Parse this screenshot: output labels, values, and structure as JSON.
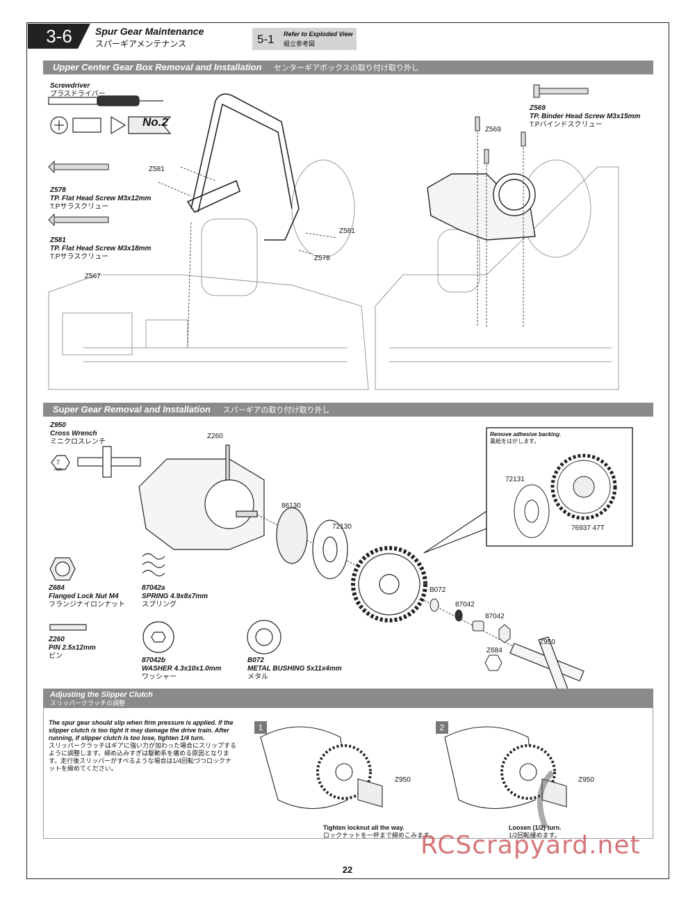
{
  "header": {
    "section_number": "3-6",
    "title": "Spur Gear Maintenance",
    "title_jp": "スパーギアメンテナンス",
    "ref_number": "5-1",
    "ref_label": "Refer to Exploded View",
    "ref_label_jp": "組立参考図"
  },
  "section1": {
    "title": "Upper Center Gear Box Removal and Installation",
    "title_jp": "センターギアボックスの取り付け取り外し",
    "tool_name": "Screwdriver",
    "tool_name_jp": "プラスドライバー",
    "tool_size": "No.2",
    "parts": [
      {
        "code": "Z578",
        "name": "TP. Flat Head Screw M3x12mm",
        "name_jp": "T.Pサラスクリュー"
      },
      {
        "code": "Z581",
        "name": "TP. Flat Head Screw M3x18mm",
        "name_jp": "T.Pサラスクリュー"
      },
      {
        "code": "Z569",
        "name": "TP. Binder Head Screw M3x15mm",
        "name_jp": "T.Pバインドスクリュー"
      }
    ],
    "callouts": {
      "z581_a": "Z581",
      "z581_b": "Z581",
      "z578": "Z578",
      "z567": "Z567",
      "z569_a": "Z569"
    }
  },
  "section2": {
    "title": "Super Gear Removal and Installation",
    "title_jp": "スパーギアの取り付け取り外し",
    "tool_code": "Z950",
    "tool_name": "Cross Wrench",
    "tool_name_jp": "ミニクロスレンチ",
    "tool_size": "7",
    "tool_size_unit": "mm",
    "callouts": {
      "z260": "Z260",
      "p86130": "86130",
      "p72130": "72130",
      "b072": "B072",
      "p87042b": "87042",
      "p87042a": "87042",
      "z684": "Z684",
      "z950": "Z950",
      "inset_note": "Remove adhesive backing.",
      "inset_note_jp": "裏紙をはがします。",
      "p72131": "72131",
      "p76937": "76937 47T"
    },
    "parts": [
      {
        "code": "Z684",
        "name": "Flanged Lock Nut M4",
        "name_jp": "フランジナイロンナット"
      },
      {
        "code": "87042",
        "variant": "a",
        "name": "SPRING 4.9x8x7mm",
        "name_jp": "スプリング"
      },
      {
        "code": "Z260",
        "name": "PIN 2.5x12mm",
        "name_jp": "ピン"
      },
      {
        "code": "87042",
        "variant": "b",
        "name": "WASHER 4.3x10x1.0mm",
        "name_jp": "ワッシャー"
      },
      {
        "code": "B072",
        "name": "METAL BUSHING 5x11x4mm",
        "name_jp": "メタル"
      }
    ]
  },
  "adjust": {
    "title": "Adjusting the Slipper Clutch",
    "title_jp": "スリッパークラッチの調整",
    "text_en": "The spur gear should slip when firm pressure is applied. If the slipper  clutch is too tight it may damage the drive train.  After running, if slipper clutch is too lose, tighten 1/4 turn.",
    "text_jp": "スリッパークラッチはギアに強い力が加わった場合にスリップするように調整します。締め込みすぎは駆動系を痛める原因となります。走行後スリッパーがすべるような場合は1/4回転づつロックナットを締めてください。",
    "steps": [
      {
        "num": "1",
        "tool": "Z950",
        "caption": "Tighten locknut all the way.",
        "caption_jp": "ロックナットを一杯まで締めこみます。"
      },
      {
        "num": "2",
        "tool": "Z950",
        "caption": "Loosen (1/2) turn.",
        "caption_jp": "1/2回転緩めます。"
      }
    ]
  },
  "footer": {
    "page_number": "22",
    "watermark": "RCScrapyard.net"
  }
}
